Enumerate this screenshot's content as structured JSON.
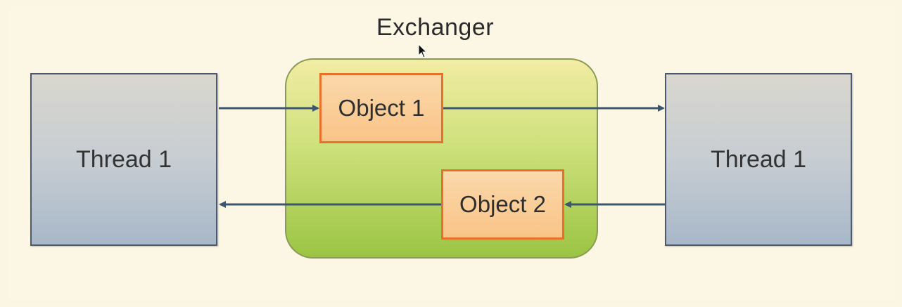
{
  "diagram": {
    "title": "Exchanger",
    "left_thread": {
      "label": "Thread 1"
    },
    "right_thread": {
      "label": "Thread 1"
    },
    "object_1": {
      "label": "Object 1"
    },
    "object_2": {
      "label": "Object 2"
    }
  },
  "colors": {
    "background": "#fbf6e3",
    "thread_border": "#4b5a70",
    "object_border": "#e8702a",
    "exchanger_fill": "#cde07b",
    "arrow": "#3c5670"
  },
  "icons": {
    "cursor": "mouse-pointer-icon"
  }
}
